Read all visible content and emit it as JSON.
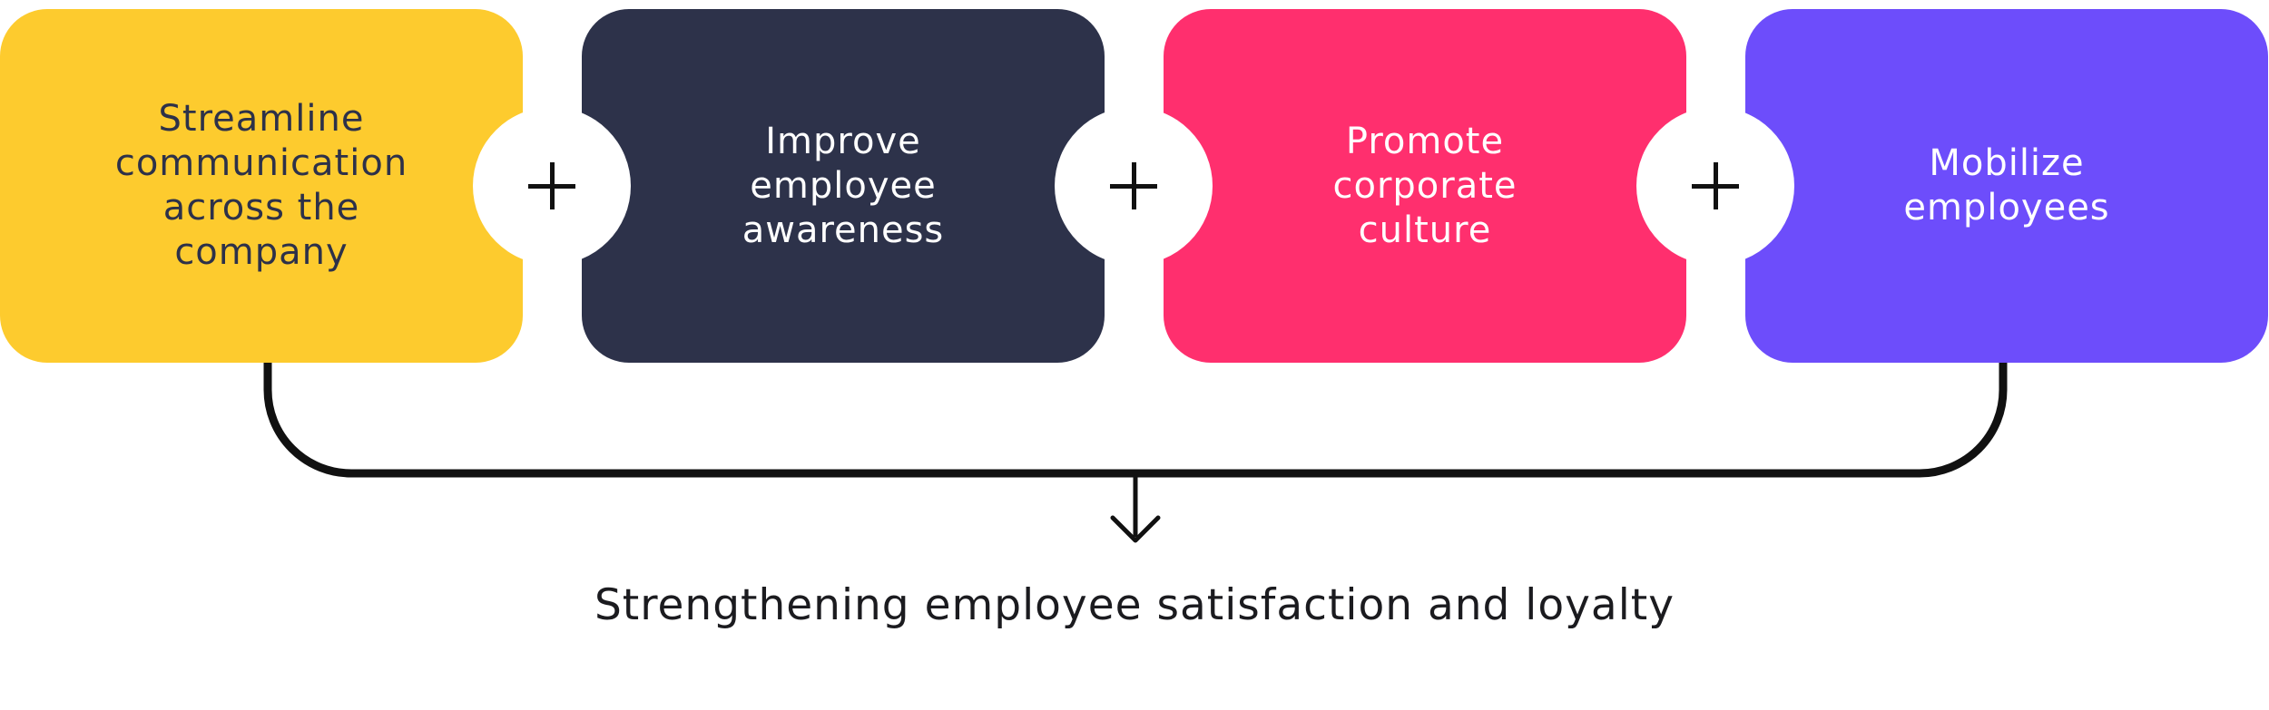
{
  "steps": [
    {
      "label": "Streamline\ncommunication\nacross the\ncompany",
      "color": "#FDCB2E",
      "text_color": "#2D3149"
    },
    {
      "label": "Improve\nemployee\nawareness",
      "color": "#2D324A",
      "text_color": "#FFFFFF"
    },
    {
      "label": "Promote\ncorporate\nculture",
      "color": "#FF2F6E",
      "text_color": "#FFFFFF"
    },
    {
      "label": "Mobilize\nemployees",
      "color": "#6D4DFB",
      "text_color": "#FFFFFF"
    }
  ],
  "operator_icon": "plus-icon",
  "connector_icon": "arrow-down-icon",
  "connector_color": "#111111",
  "outcome": "Strengthening employee satisfaction and loyalty"
}
